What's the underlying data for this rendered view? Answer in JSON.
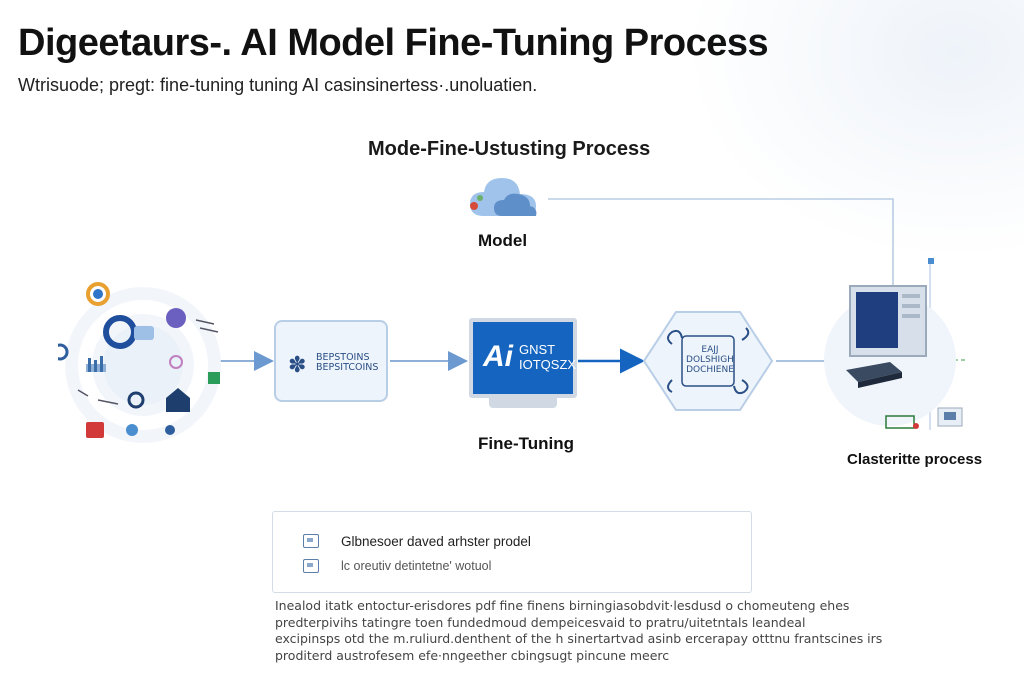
{
  "header": {
    "title": "Digeetaurs-.  AI Model Fine-Tuning Process",
    "subtitle": "Wtrisuode; pregt: fine-tuning tuning AI casinsinertess·.unoluatien."
  },
  "diagram": {
    "title": "Mode-Fine-Ustusting Process",
    "model_label": "Model",
    "deps_box_text": "BEPSTOINS\nBEPSITCOINS",
    "monitor_ai": "Ai",
    "monitor_text": "GNST\nIOTQSZX",
    "fine_tuning_label": "Fine-Tuning",
    "eval_text": "EAJJ\nDOLSHIGH\nDOCHIENE",
    "cluster_label": "Clasteritte process"
  },
  "info_panel": {
    "row1": "Glbnesoer daved arhster prodel",
    "row2": "lc oreutiv detintetne' wotuol"
  },
  "paragraph": {
    "lines": [
      "Inealod itatk entoctur-erisdores pdf fine finens birningiasobdvit·lesdusd o chomeuteng ehes",
      "predterpivihs tatingre toen fundedmoud dempeicesvaid to pratru/uitetntals  leandeal",
      "excipinsps otd the m.ruliurd.denthent of the h sinertartvad asinb ercerapay otttnu frantscines irs",
      "proditerd austrofesem efe·nngeether cbingsugt pincune meerc"
    ]
  },
  "colors": {
    "accent_blue": "#1565c0",
    "light_blue": "#eef4fb",
    "border_blue": "#b8cde6",
    "arrow_blue": "#4a7fc1"
  }
}
